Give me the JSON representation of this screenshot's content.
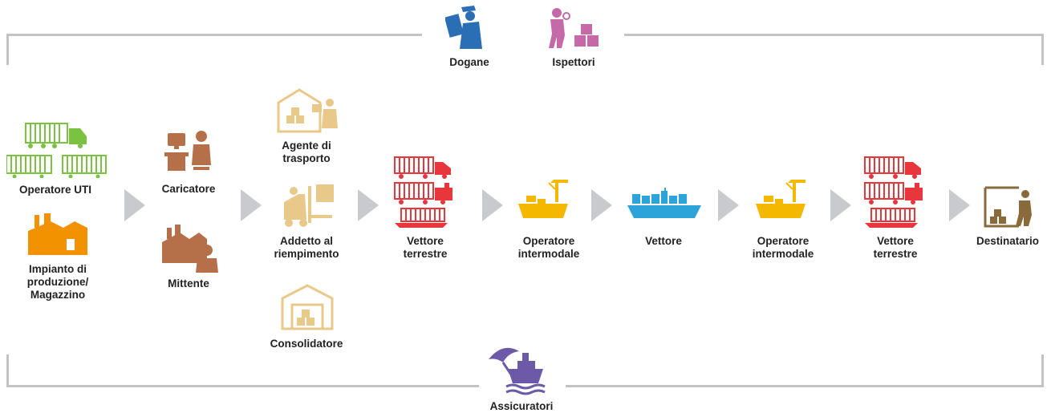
{
  "top": {
    "dogane": "Dogane",
    "ispettori": "Ispettori"
  },
  "bottom": {
    "assicuratori": "Assicuratori"
  },
  "nodes": {
    "operatore_uti": "Operatore UTI",
    "impianto": "Impianto di\nproduzione/\nMagazzino",
    "caricatore": "Caricatore",
    "mittente": "Mittente",
    "agente": "Agente di\ntrasporto",
    "addetto": "Addetto al\nriempimento",
    "consolidatore": "Consolidatore",
    "vettore_terrestre_1": "Vettore\nterrestre",
    "operatore_intermodale_1": "Operatore\nintermodale",
    "vettore": "Vettore",
    "operatore_intermodale_2": "Operatore\nintermodale",
    "vettore_terrestre_2": "Vettore\nterrestre",
    "destinatario": "Destinatario"
  },
  "colors": {
    "bracket": "#c3c3c3",
    "arrow": "#c8cacd",
    "customs": "#2a6fb5",
    "inspector": "#c46aa8",
    "uti_green": "#7cc242",
    "factory_orange": "#f39200",
    "shipper_brown": "#b5704a",
    "agent_beige": "#e8c98a",
    "land_red": "#e8363d",
    "intermodal_yellow": "#f5b800",
    "vessel_blue": "#2ca3d9",
    "consignee_brown": "#8a6a3a",
    "insurer_purple": "#6c5aa8"
  }
}
